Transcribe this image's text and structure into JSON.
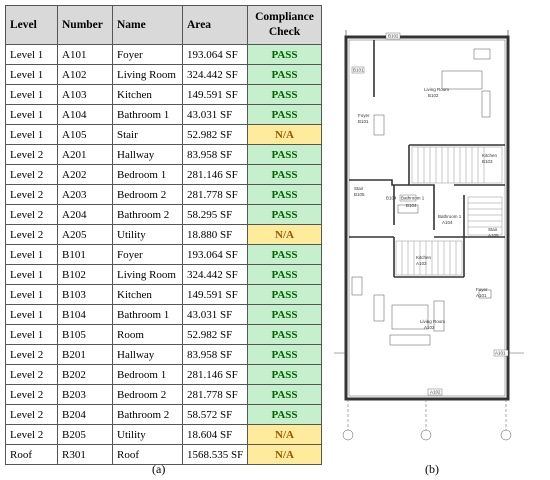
{
  "table": {
    "headers": [
      "Level",
      "Number",
      "Name",
      "Area",
      "Compliance Check"
    ],
    "rows": [
      [
        "Level 1",
        "A101",
        "Foyer",
        "193.064 SF",
        "PASS"
      ],
      [
        "Level 1",
        "A102",
        "Living Room",
        "324.442 SF",
        "PASS"
      ],
      [
        "Level 1",
        "A103",
        "Kitchen",
        "149.591 SF",
        "PASS"
      ],
      [
        "Level 1",
        "A104",
        "Bathroom 1",
        "43.031 SF",
        "PASS"
      ],
      [
        "Level 1",
        "A105",
        "Stair",
        "52.982 SF",
        "N/A"
      ],
      [
        "Level 2",
        "A201",
        "Hallway",
        "83.958 SF",
        "PASS"
      ],
      [
        "Level 2",
        "A202",
        "Bedroom 1",
        "281.146 SF",
        "PASS"
      ],
      [
        "Level 2",
        "A203",
        "Bedroom 2",
        "281.778 SF",
        "PASS"
      ],
      [
        "Level 2",
        "A204",
        "Bathroom 2",
        "58.295 SF",
        "PASS"
      ],
      [
        "Level 2",
        "A205",
        "Utility",
        "18.880 SF",
        "N/A"
      ],
      [
        "Level 1",
        "B101",
        "Foyer",
        "193.064 SF",
        "PASS"
      ],
      [
        "Level 1",
        "B102",
        "Living Room",
        "324.442 SF",
        "PASS"
      ],
      [
        "Level 1",
        "B103",
        "Kitchen",
        "149.591 SF",
        "PASS"
      ],
      [
        "Level 1",
        "B104",
        "Bathroom 1",
        "43.031 SF",
        "PASS"
      ],
      [
        "Level 1",
        "B105",
        "Room",
        "52.982 SF",
        "PASS"
      ],
      [
        "Level 2",
        "B201",
        "Hallway",
        "83.958 SF",
        "PASS"
      ],
      [
        "Level 2",
        "B202",
        "Bedroom 1",
        "281.146 SF",
        "PASS"
      ],
      [
        "Level 2",
        "B203",
        "Bedroom 2",
        "281.778 SF",
        "PASS"
      ],
      [
        "Level 2",
        "B204",
        "Bathroom 2",
        "58.572 SF",
        "PASS"
      ],
      [
        "Level 2",
        "B205",
        "Utility",
        "18.604 SF",
        "N/A"
      ],
      [
        "Roof",
        "R301",
        "Roof",
        "1568.535 SF",
        "N/A"
      ]
    ]
  },
  "status_colors": {
    "PASS": {
      "bg": "#c6efce",
      "fg": "#006100"
    },
    "N/A": {
      "bg": "#ffeb9c",
      "fg": "#9c5700"
    }
  },
  "captions": {
    "a": "(a)",
    "b": "(b)"
  },
  "plan_labels": {
    "b102_tag": "B102",
    "b101_tag": "B101",
    "living_room_b": "Living Room",
    "living_room_b_no": "B102",
    "foyer_b": "Foyer",
    "foyer_b_no": "B101",
    "kitchen_b": "Kitchen",
    "kitchen_b_no": "B103",
    "stair_b": "Stair",
    "stair_b_no": "B105",
    "b104_tag": "B104",
    "bathroom_b": "Bathroom 1",
    "bathroom_b_no": "B104",
    "bathroom_a": "Bathroom 1",
    "bathroom_a_no": "A104",
    "stair_a": "Stair",
    "stair_a_no": "A105",
    "kitchen_a": "Kitchen",
    "kitchen_a_no": "A103",
    "foyer_a": "Foyer",
    "foyer_a_no": "A101",
    "living_room_a": "Living Room",
    "living_room_a_no": "A102",
    "a101_tag": "A101",
    "a102_tag": "A102"
  }
}
